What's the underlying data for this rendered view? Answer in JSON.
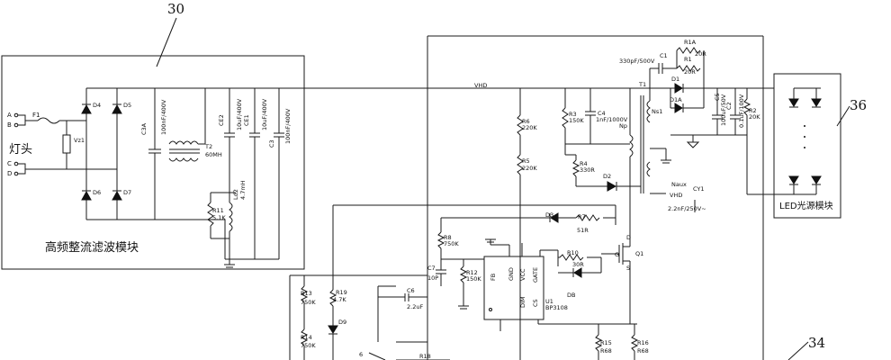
{
  "callouts": {
    "c30": "30",
    "c36": "36",
    "c34": "34"
  },
  "module_labels": {
    "filter_module": "高频整流滤波模块",
    "lamp_head": "灯头",
    "led_module": "LED光源模块"
  },
  "terminals": {
    "a": "A",
    "b": "B",
    "c": "C",
    "d": "D"
  },
  "nets": {
    "vhd": "VHD",
    "vhd2": "VHD"
  },
  "components": {
    "f1": "F1",
    "vz1": "Vz1",
    "d4": "D4",
    "d5": "D5",
    "d6": "D6",
    "d7": "D7",
    "c3a": "C3A",
    "c3a_val": "100nF/400V",
    "t2": "T2",
    "t2_val": "60MH",
    "c2": "CE2",
    "c2_val": "10uF/400V",
    "c1": "CE1",
    "c1_val": "10uF/400V",
    "c3": "C3",
    "c3_val": "100nF/400V",
    "l2": "Ld2",
    "l2_val": "4.7mH",
    "r11": "R11",
    "r11_val": "5.1K",
    "r1a": "R1A",
    "r1a_val": "20R",
    "r1": "R1",
    "r1_val": "20R",
    "c1b": "C1",
    "c1b_val": "330pF/500V",
    "r3": "R3",
    "r3_val": "150K",
    "c4": "C4",
    "c4_val": "1nF/1000V",
    "t1": "T1",
    "ns1": "Ns1",
    "np": "Np",
    "naux": "Naux",
    "d1": "D1",
    "d1a": "D1A",
    "c5": "C5",
    "c5_val": "100uF/50V",
    "c2b": "C2",
    "c2b_val": "0.1uF/100V",
    "r2": "R2",
    "r2_val": "20K",
    "r6": "R6",
    "r6_val": "220K",
    "r5": "R5",
    "r5_val": "220K",
    "r4": "R4",
    "r4_val": "330R",
    "d2": "D2",
    "cy1": "CY1",
    "cy1_val": "2.2nF/250V~",
    "d3": "D3",
    "r7": "R7",
    "r7_val": "51R",
    "r8": "R8",
    "r8_val": "750K",
    "r10": "R10",
    "r10_val": "30R",
    "q1": "Q1",
    "q1_d": "D",
    "q1_g": "G",
    "q1_s": "S",
    "db": "DB",
    "c7": "C7",
    "c7_val": "10P",
    "r12": "R12",
    "r12_val": "150K",
    "u1": "U1",
    "u1_part": "BP3108",
    "pin_fb": "FB",
    "pin_gnd": "GND",
    "pin_vcc": "VCC",
    "pin_gate": "GATE",
    "pin_dim": "DIM",
    "pin_cs": "CS",
    "r13": "R13",
    "r13_val": "750K",
    "r19": "R19",
    "r19_val": "4.7K",
    "c6": "C6",
    "c6_val": "2.2uF",
    "d9": "D9",
    "r14": "R14",
    "r14_val": "750K",
    "r18": "R18",
    "r15": "R15",
    "r15_val": "R68",
    "r16": "R16",
    "r16_val": "R68"
  }
}
